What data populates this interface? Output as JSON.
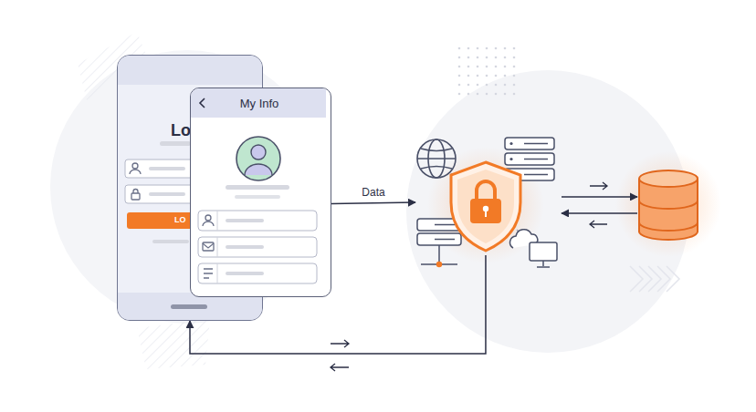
{
  "diagram": {
    "nodes": [
      {
        "text": [
          "Lo"
        ]
      },
      {
        "text": [
          "LO"
        ],
        "in": 0
      },
      {
        "text": [
          "My Info"
        ]
      },
      {
        "text": []
      },
      {
        "text": []
      }
    ],
    "edges": [
      {
        "from": 2,
        "to": 3,
        "label": "Data",
        "arrow": "to"
      },
      {
        "from": 3,
        "to": 4,
        "arrow": "to"
      },
      {
        "from": 4,
        "to": 3,
        "arrow": "to"
      },
      {
        "from": 3,
        "to": 0,
        "arrow": "to"
      }
    ]
  }
}
